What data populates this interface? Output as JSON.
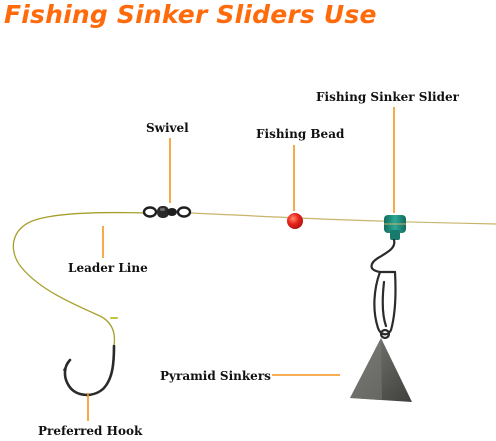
{
  "title": "Fishing Sinker Sliders Use",
  "labels": {
    "swivel": "Swivel",
    "fishing_bead": "Fishing Bead",
    "fishing_sinker_slider": "Fishing Sinker Slider",
    "leader_line": "Leader Line",
    "pyramid_sinkers": "Pyramid Sinkers",
    "preferred_hook": "Preferred Hook"
  },
  "colors": {
    "title": "#ff6a0a",
    "callout_line": "#f7941d",
    "fishing_line": "#c8b46a",
    "bead": "#e8231c",
    "slider": "#1f8f80",
    "sinker": "#5e5e5a",
    "hook": "#2a2a2a"
  }
}
